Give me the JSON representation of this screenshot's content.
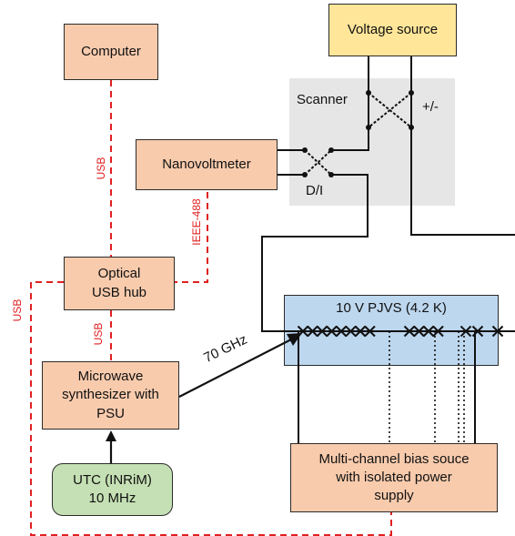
{
  "blocks": {
    "computer": "Computer",
    "voltage_source": "Voltage source",
    "nanovoltmeter": "Nanovoltmeter",
    "optical_hub": "Optical\nUSB hub",
    "microwave": "Microwave\nsynthesizer with\nPSU",
    "utc": "UTC (INRiM)\n10 MHz",
    "pjvs": "10 V PJVS (4.2 K)",
    "bias": "Multi-channel bias souce\nwith isolated power\nsupply"
  },
  "labels": {
    "scanner": "Scanner",
    "plus_minus": "+/-",
    "d_i": "D/I",
    "freq": "70 GHz",
    "usb_computer": "USB",
    "ieee": "IEEE-488",
    "usb_hub": "USB",
    "usb_left": "USB"
  },
  "colors": {
    "orange_fill": "#f8cbad",
    "yellow_fill": "#ffe699",
    "green_fill": "#c5e0b4",
    "blue_fill": "#bdd7ee",
    "scanner_fill": "#e6e6e6",
    "bus_line": "#e02020"
  }
}
